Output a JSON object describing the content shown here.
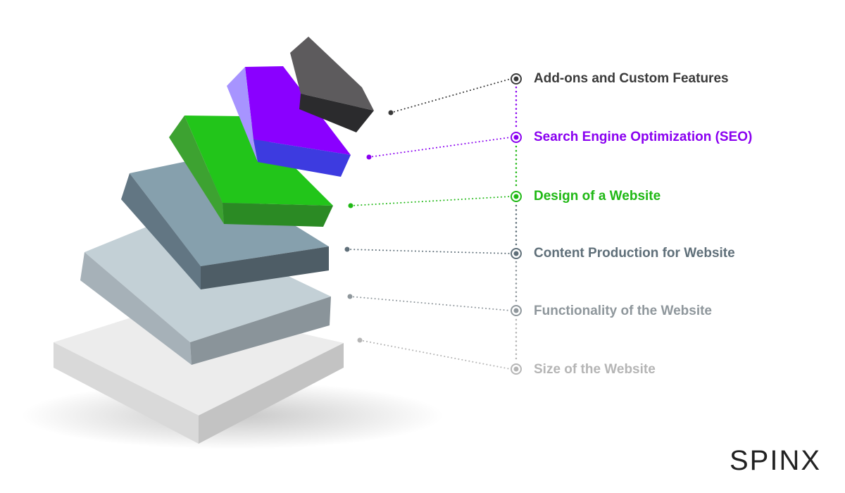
{
  "layers": [
    {
      "label": "Add-ons and Custom Features",
      "color": "#3a3a3a"
    },
    {
      "label": "Search Engine Optimization (SEO)",
      "color": "#8a00f0"
    },
    {
      "label": "Design of a Website",
      "color": "#1fb814"
    },
    {
      "label": "Content Production for Website",
      "color": "#5f6f79"
    },
    {
      "label": "Functionality of the Website",
      "color": "#8f979c"
    },
    {
      "label": "Size of the Website",
      "color": "#b5b5b5"
    }
  ],
  "brand": {
    "logo_text": "SPINX"
  }
}
